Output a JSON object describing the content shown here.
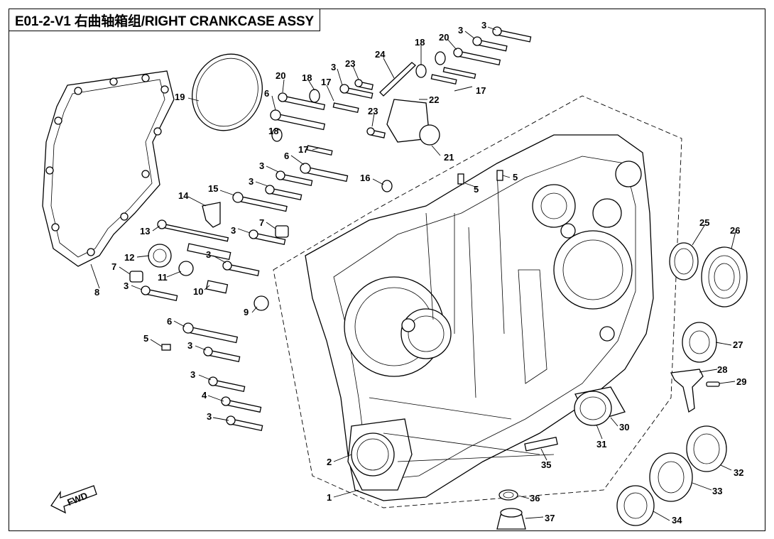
{
  "title": "E01-2-V1 右曲轴箱组/RIGHT CRANKCASE ASSY",
  "fwd_label": "FWD",
  "callouts": [
    {
      "id": "c3a",
      "text": "3"
    },
    {
      "id": "c3b",
      "text": "3"
    },
    {
      "id": "c20a",
      "text": "20"
    },
    {
      "id": "c18a",
      "text": "18"
    },
    {
      "id": "c24",
      "text": "24"
    },
    {
      "id": "c3c",
      "text": "3"
    },
    {
      "id": "c23a",
      "text": "23"
    },
    {
      "id": "c17a",
      "text": "17"
    },
    {
      "id": "c22",
      "text": "22"
    },
    {
      "id": "c20b",
      "text": "20"
    },
    {
      "id": "c18b",
      "text": "18"
    },
    {
      "id": "c17b",
      "text": "17"
    },
    {
      "id": "c19",
      "text": "19"
    },
    {
      "id": "c6a",
      "text": "6"
    },
    {
      "id": "c23b",
      "text": "23"
    },
    {
      "id": "c18c",
      "text": "18"
    },
    {
      "id": "c17c",
      "text": "17"
    },
    {
      "id": "c21",
      "text": "21"
    },
    {
      "id": "c6b",
      "text": "6"
    },
    {
      "id": "c3d",
      "text": "3"
    },
    {
      "id": "c16",
      "text": "16"
    },
    {
      "id": "c5a",
      "text": "5"
    },
    {
      "id": "c5b",
      "text": "5"
    },
    {
      "id": "c3e",
      "text": "3"
    },
    {
      "id": "c15",
      "text": "15"
    },
    {
      "id": "c14",
      "text": "14"
    },
    {
      "id": "c13",
      "text": "13"
    },
    {
      "id": "c3f",
      "text": "3"
    },
    {
      "id": "c7a",
      "text": "7"
    },
    {
      "id": "c12",
      "text": "12"
    },
    {
      "id": "c3g",
      "text": "3"
    },
    {
      "id": "c7b",
      "text": "7"
    },
    {
      "id": "c11",
      "text": "11"
    },
    {
      "id": "c3h",
      "text": "3"
    },
    {
      "id": "c10",
      "text": "10"
    },
    {
      "id": "c9",
      "text": "9"
    },
    {
      "id": "c8",
      "text": "8"
    },
    {
      "id": "c25",
      "text": "25"
    },
    {
      "id": "c26",
      "text": "26"
    },
    {
      "id": "c6c",
      "text": "6"
    },
    {
      "id": "c5c",
      "text": "5"
    },
    {
      "id": "c3i",
      "text": "3"
    },
    {
      "id": "c27",
      "text": "27"
    },
    {
      "id": "c28",
      "text": "28"
    },
    {
      "id": "c29",
      "text": "29"
    },
    {
      "id": "c3j",
      "text": "3"
    },
    {
      "id": "c4",
      "text": "4"
    },
    {
      "id": "c3k",
      "text": "3"
    },
    {
      "id": "c30",
      "text": "30"
    },
    {
      "id": "c31",
      "text": "31"
    },
    {
      "id": "c2",
      "text": "2"
    },
    {
      "id": "c35",
      "text": "35"
    },
    {
      "id": "c32",
      "text": "32"
    },
    {
      "id": "c1",
      "text": "1"
    },
    {
      "id": "c36",
      "text": "36"
    },
    {
      "id": "c33",
      "text": "33"
    },
    {
      "id": "c37",
      "text": "37"
    },
    {
      "id": "c34",
      "text": "34"
    }
  ]
}
